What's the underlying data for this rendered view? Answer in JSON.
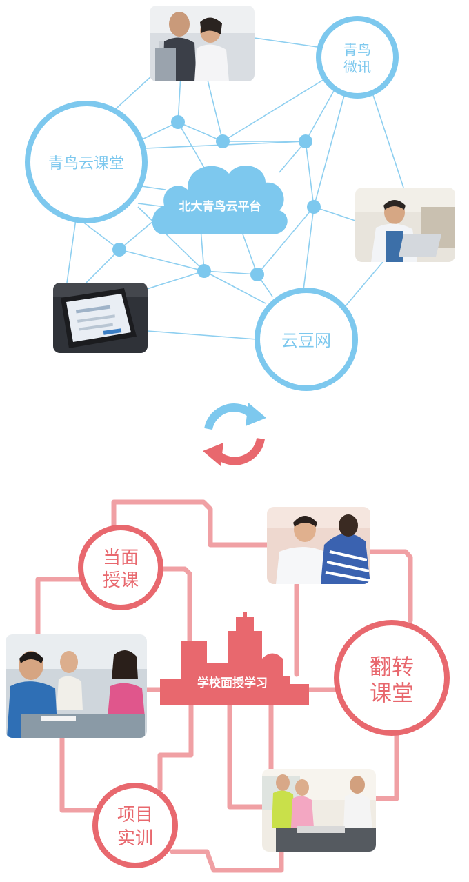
{
  "online_section": {
    "center_label": "北大青鸟云平台",
    "nodes": {
      "cloud_classroom": "青鸟云课堂",
      "weixin_line1": "青鸟",
      "weixin_line2": "微讯",
      "yundou": "云豆网"
    },
    "photos": [
      "office-workers-photo",
      "student-laptop-photo",
      "tablet-photo"
    ],
    "color": "#7dc8ee"
  },
  "cycle_icon": {
    "top_color": "#7dc8ee",
    "bottom_color": "#e8686e"
  },
  "offline_section": {
    "center_label": "学校面授学习",
    "nodes": {
      "face_line1": "当面",
      "face_line2": "授课",
      "flip_line1": "翻转",
      "flip_line2": "课堂",
      "project_line1": "项目",
      "project_line2": "实训"
    },
    "photos": [
      "students-talking-photo",
      "classroom-group-photo",
      "lounge-discussion-photo"
    ],
    "color": "#e8686e",
    "line_color": "#f0a0a4"
  }
}
